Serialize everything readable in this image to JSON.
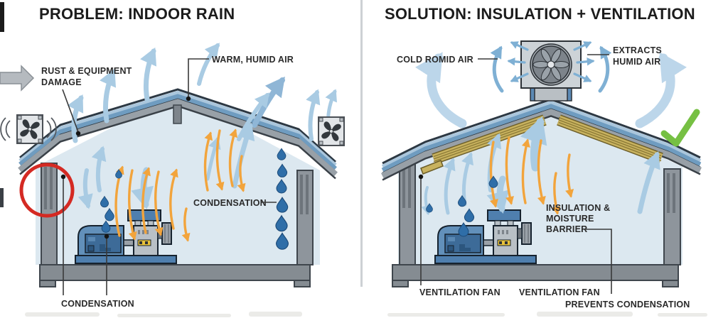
{
  "panels": {
    "problem": {
      "title": "PROBLEM: INDOOR RAIN",
      "labels": {
        "rust_line1": "RUST & EQUIPMENT",
        "rust_line2": "DAMAGE",
        "warm_humid_air": "WARM, HUMID AIR",
        "condensation_right": "CONDENSATION",
        "condensation_bottom": "CONDENSATION"
      }
    },
    "solution": {
      "title": "SOLUTION: INSULATION + VENTILATION",
      "labels": {
        "cold_humid_air": "COLD ROMID AIR",
        "extracts_line1": "EXTRACTS",
        "extracts_line2": "HUMID AIR",
        "insulation_line1": "INSULATION &",
        "insulation_line2": "MOISTURE",
        "insulation_line3": "BARRIER",
        "ventilation_fan_left": "VENTILATION FAN",
        "ventilation_fan_right": "VENTILATION FAN",
        "prevents_condensation": "PREVENTS CONDENSATION"
      }
    }
  },
  "colors": {
    "alert_red": "#d42a23",
    "success_green": "#76c043",
    "warm_air_orange": "#f2a43c",
    "cool_air_blue": "#a9cbe3",
    "roof_blue": "#6f9cc0",
    "insulation_tan": "#c8b25f",
    "structure_gray": "#8e959c",
    "text_dark": "#262626"
  }
}
